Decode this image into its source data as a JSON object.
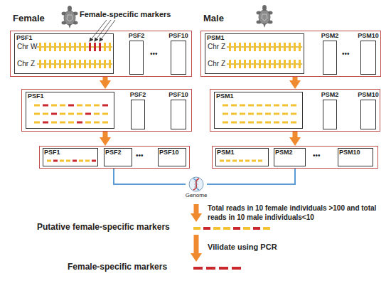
{
  "diagram": {
    "nodes": [
      {
        "text": [
          "Female"
        ]
      },
      {
        "text": [
          "PSF1",
          "Chr W",
          "Chr Z"
        ],
        "in": 0
      },
      {
        "text": [
          "PSF2"
        ],
        "in": 0
      },
      {
        "text": [
          "PSF10"
        ],
        "in": 0
      },
      {
        "text": [
          "Male"
        ]
      },
      {
        "text": [
          "PSM1",
          "Chr Z",
          "Chr Z"
        ],
        "in": 4
      },
      {
        "text": [
          "PSM2"
        ],
        "in": 4
      },
      {
        "text": [
          "PSM10"
        ],
        "in": 4
      },
      {
        "text": []
      },
      {
        "text": [
          "PSF1"
        ],
        "in": 8
      },
      {
        "text": [
          "PSF2"
        ],
        "in": 8
      },
      {
        "text": [
          "PSF10"
        ],
        "in": 8
      },
      {
        "text": []
      },
      {
        "text": [
          "PSM1"
        ],
        "in": 12
      },
      {
        "text": [
          "PSM2"
        ],
        "in": 12
      },
      {
        "text": [
          "PSM10"
        ],
        "in": 12
      },
      {
        "text": []
      },
      {
        "text": [
          "PSF1"
        ],
        "in": 16
      },
      {
        "text": [
          "PSF2"
        ],
        "in": 16
      },
      {
        "text": [
          "PSF10"
        ],
        "in": 16
      },
      {
        "text": []
      },
      {
        "text": [
          "PSM1"
        ],
        "in": 20
      },
      {
        "text": [
          "PSM2"
        ],
        "in": 20
      },
      {
        "text": [
          "PSM10"
        ],
        "in": 20
      },
      {
        "text": [
          "Genome"
        ]
      },
      {
        "text": [
          "Putative female-specific markers"
        ]
      },
      {
        "text": [
          "Female-specific markers"
        ]
      }
    ],
    "edges": [
      {
        "from": 0,
        "to": 8,
        "arrow": "to"
      },
      {
        "from": 4,
        "to": 12,
        "arrow": "to"
      },
      {
        "from": 8,
        "to": 16,
        "arrow": "to"
      },
      {
        "from": 12,
        "to": 20,
        "arrow": "to"
      },
      {
        "from": 16,
        "to": 24,
        "arrow": "none"
      },
      {
        "from": 20,
        "to": 24,
        "arrow": "none"
      },
      {
        "from": 24,
        "to": 25,
        "arrow": "to",
        "label": "Total reads in 10 female individuals >100 and total reads in 10 male individuals<10"
      },
      {
        "from": 25,
        "to": 26,
        "arrow": "to",
        "label": "Vilidate using PCR"
      }
    ],
    "labels": [
      "Female-specific markers",
      "•••",
      "•••",
      "•••",
      "•••"
    ]
  }
}
